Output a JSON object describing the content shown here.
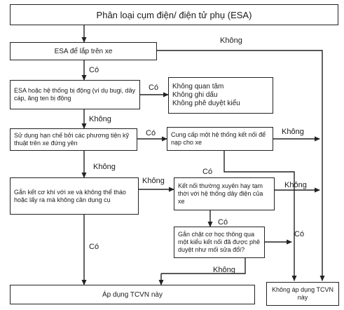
{
  "title": "Phân loại cụm điện/ điện tử phụ (ESA)",
  "boxes": {
    "b1": "ESA để lắp trên xe",
    "b2": "ESA hoặc hệ thống bị động (ví dụ bugi, dây cáp, ăng ten bị động",
    "b3": "Sử dụng hạn chế bởi các phương tiện kỹ thuật trên xe đứng yên",
    "b4": "Gắn kết cơ khí với xe và không thể tháo hoặc lấy ra mà không cần dụng cụ",
    "r1": "Không quan tâm\nKhông ghi dấu\nKhông phê duyệt kiểu",
    "r2": "Cung cấp một hệ thống kết nối để nạp cho xe",
    "r3": "Kết nối thường xuyên hay tạm thời với hệ thống dây điện của xe",
    "r4": "Gắn chặt cơ học thông qua một kiểu kết nối đã được phê duyệt như mối sửa đổi?",
    "apply": "Áp dụng TCVN này",
    "notapply": "Không áp dụng TCVN này"
  },
  "labels": {
    "no_1": "Không",
    "yes_1": "Có",
    "yes_2": "Có",
    "no_2": "Không",
    "yes_3": "Có",
    "no_3": "Không",
    "no_4": "Không",
    "yes_4": "Có",
    "no_5": "Không",
    "no_6": "Không",
    "yes_5": "Có",
    "yes_6": "Có",
    "yes_7": "Có",
    "no_7": "Không"
  }
}
